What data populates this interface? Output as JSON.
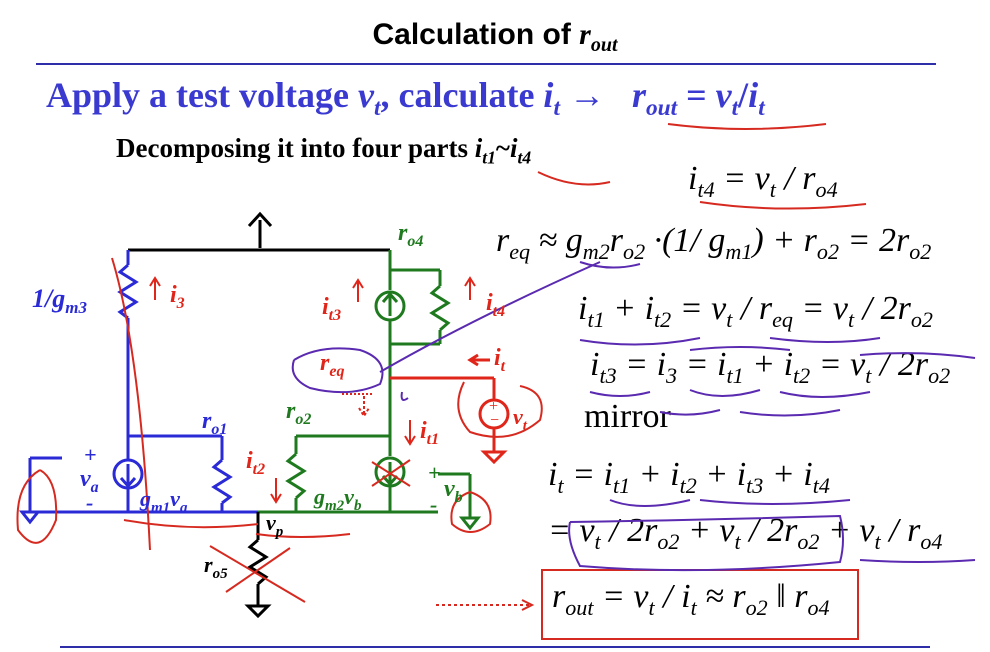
{
  "title": {
    "prefix": "Calculation of ",
    "var": "r",
    "sub": "out"
  },
  "subtitle1": {
    "part1": "Apply a test voltage ",
    "v": "v",
    "vsub": "t",
    "comma": ", calculate ",
    "i": "i",
    "isub": "t",
    "arrow": "→",
    "rout": "r",
    "routsub": "out",
    "eq": " = ",
    "num": "v",
    "numsub": "t",
    "slash": "/",
    "den": "i",
    "densub": "t"
  },
  "subtitle2": {
    "text": "Decomposing it into four parts ",
    "a": "i",
    "asub": "t1",
    "tilde": "~",
    "b": "i",
    "bsub": "t4"
  },
  "equations": {
    "e1": {
      "a": "i",
      "asub": "t4",
      "rest": " = v",
      "r1sub": "t",
      "r2": " / r",
      "r2sub": "o4"
    },
    "e2": {
      "a": "r",
      "asub": "eq",
      "b": " ≈ g",
      "bsub": "m2",
      "c": "r",
      "csub": "o2",
      "d": " ·(1/ g",
      "dsub": "m1",
      "e": ") + r",
      "esub": "o2",
      "f": " = 2r",
      "fsub": "o2"
    },
    "e3": {
      "a": "i",
      "asub": "t1",
      "b": " + i",
      "bsub": "t2",
      "c": " = v",
      "csub": "t",
      "d": " / r",
      "dsub": "eq",
      "e": " = v",
      "esub": "t",
      "f": " / 2r",
      "fsub": "o2"
    },
    "e4": {
      "a": "i",
      "asub": "t3",
      "b": " = i",
      "bsub": "3",
      "c": " = i",
      "csub": "t1",
      "d": " + i",
      "dsub": "t2",
      "e": " = v",
      "esub": "t",
      "f": " / 2r",
      "fsub": "o2"
    },
    "mirror": "mirror",
    "e5": {
      "a": "i",
      "asub": "t",
      "b": " = i",
      "bsub": "t1",
      "c": " + i",
      "csub": "t2",
      "d": " + i",
      "dsub": "t3",
      "e": " + i",
      "esub": "t4"
    },
    "e6": {
      "a": "= v",
      "asub": "t",
      "b": " / 2r",
      "bsub": "o2",
      "c": " + v",
      "csub": "t",
      "d": " / 2r",
      "dsub": "o2",
      "e": " + v",
      "esub": "t",
      "f": " / r",
      "fsub": "o4"
    },
    "e7": {
      "a": "r",
      "asub": "out",
      "b": " = v",
      "bsub": "t",
      "c": " / i",
      "csub": "t",
      "d": " ≈ r",
      "dsub": "o2",
      "e": " ‖ r",
      "esub": "o4"
    }
  },
  "circuit": {
    "gm3": "1/g",
    "gm3sub": "m3",
    "i3": "i",
    "i3sub": "3",
    "ro4": "r",
    "ro4sub": "o4",
    "it3": "i",
    "it3sub": "t3",
    "it4": "i",
    "it4sub": "t4",
    "req": "r",
    "reqsub": "eq",
    "it": "i",
    "itsub": "t",
    "vt": "v",
    "vtsub": "t",
    "ro1": "r",
    "ro1sub": "o1",
    "ro2": "r",
    "ro2sub": "o2",
    "it1": "i",
    "it1sub": "t1",
    "it2": "i",
    "it2sub": "t2",
    "va": "v",
    "vasub": "a",
    "plus": "+",
    "minus": "-",
    "gm1va": "g",
    "gm1sub": "m1",
    "gm1v": "v",
    "gm1vsub": "a",
    "gm2vb": "g",
    "gm2sub": "m2",
    "gm2v": "v",
    "gm2vsub": "b",
    "vb": "v",
    "vbsub": "b",
    "vp": "v",
    "vpsub": "p",
    "ro5": "r",
    "ro5sub": "o5"
  },
  "colors": {
    "blue": "#2a2ad6",
    "green": "#1f7a1f",
    "red": "#e0261a",
    "purple": "#5a2ab0",
    "title_blue": "#3a3ad0"
  }
}
